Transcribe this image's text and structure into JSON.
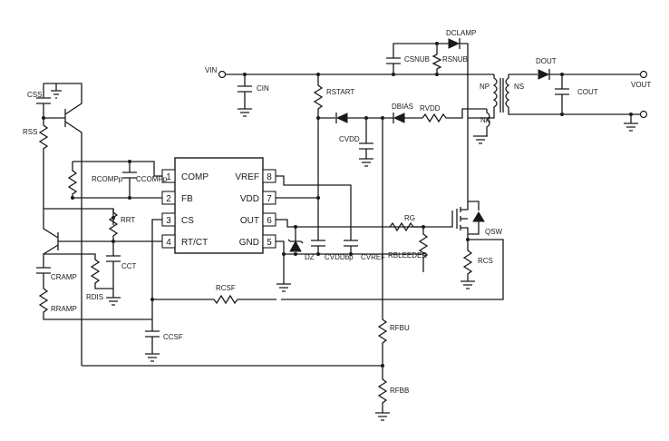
{
  "ic": {
    "pins": [
      {
        "num": "1",
        "name": "COMP"
      },
      {
        "num": "2",
        "name": "FB"
      },
      {
        "num": "3",
        "name": "CS"
      },
      {
        "num": "4",
        "name": "RT/CT"
      },
      {
        "num": "8",
        "name": "VREF"
      },
      {
        "num": "7",
        "name": "VDD"
      },
      {
        "num": "6",
        "name": "OUT"
      },
      {
        "num": "5",
        "name": "GND"
      }
    ]
  },
  "labels": {
    "vin": "VIN",
    "vout": "VOUT",
    "cin": "CIN",
    "rstart": "RSTART",
    "dclamp": "DCLAMP",
    "csnub": "CSNUB",
    "rsnub": "RSNUB",
    "dbias": "DBIAS",
    "rvdd": "RVDD",
    "cvdd": "CVDD",
    "np": "NP",
    "ns": "NS",
    "na": "NA",
    "dout": "DOUT",
    "cout": "COUT",
    "css": "CSS",
    "rss": "RSS",
    "rcompp": "RCOMPp",
    "ccompp": "CCOMPp",
    "rrt": "RRT",
    "cct": "CCT",
    "rdis": "RDIS",
    "cramp": "CRAMP",
    "rramp": "RRAMP",
    "ccsf": "CCSF",
    "rcsf": "RCSF",
    "dz": "DZ",
    "cvddbp": "CVDDbp",
    "cvref": "CVREF",
    "rg": "RG",
    "rbleeder": "RBLEEDER",
    "qsw": "QSW",
    "rcs": "RCS",
    "rfbu": "RFBU",
    "rfbb": "RFBB"
  }
}
